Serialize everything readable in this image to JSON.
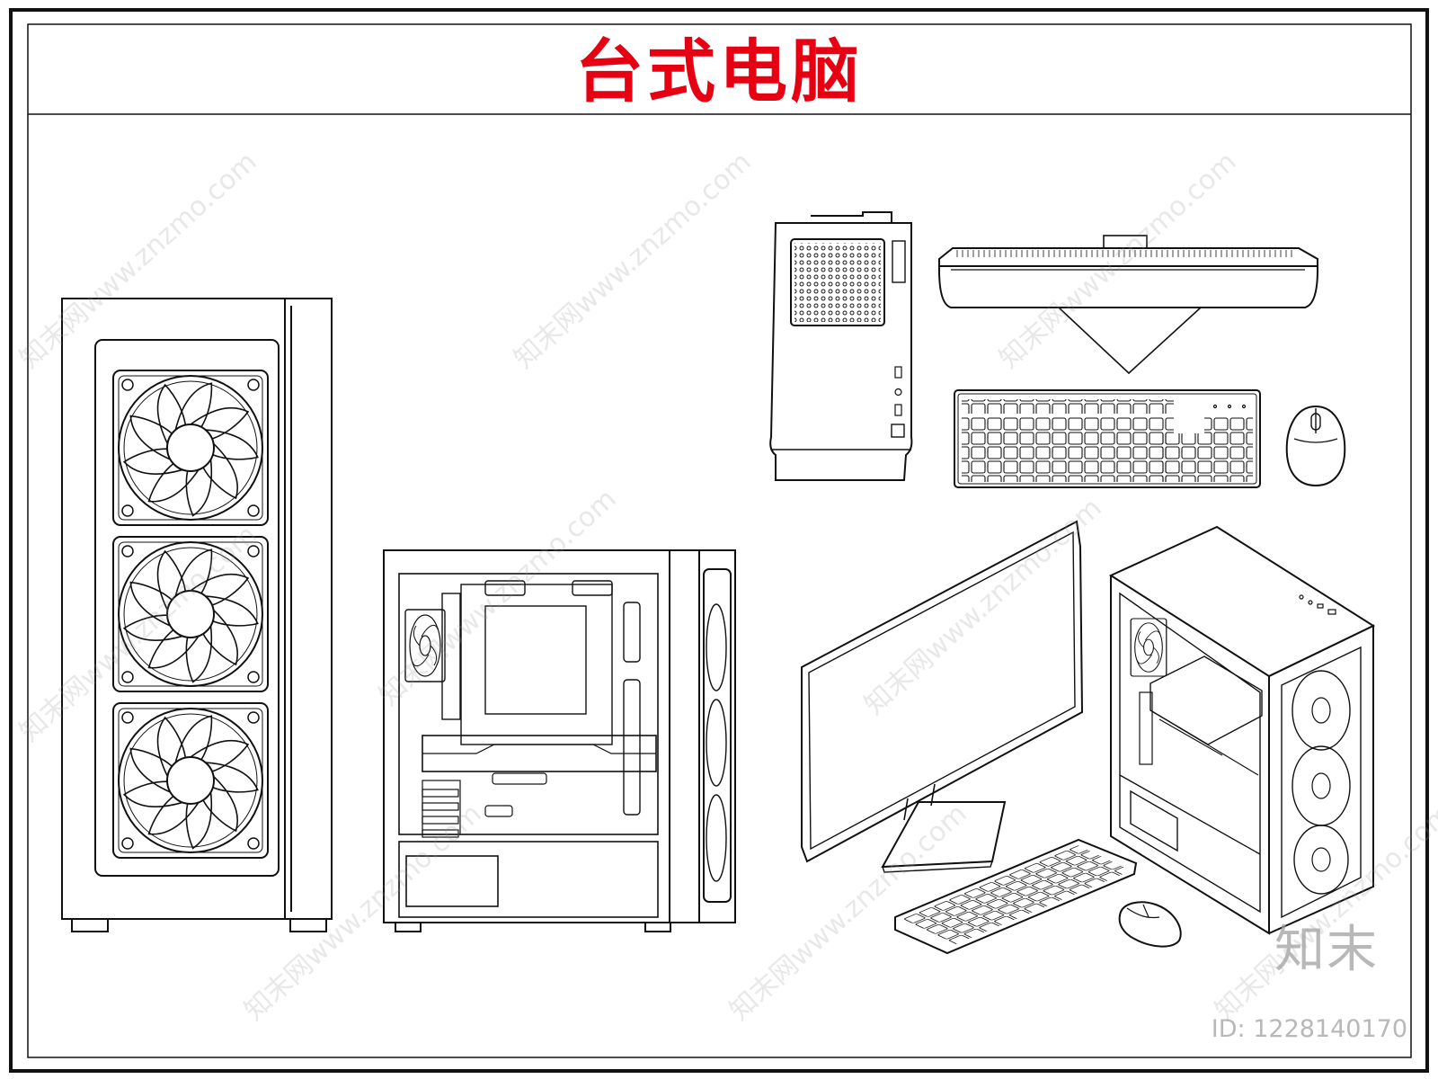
{
  "title": "台式电脑",
  "colors": {
    "title": "#e60012",
    "line": "#111111",
    "watermark": "#9a9a9a"
  },
  "watermark": {
    "text": "知末网www.znzmo.com"
  },
  "brand": {
    "logo_text": "知末",
    "id_text": "ID: 1228140170"
  },
  "drawings": [
    {
      "id": "tower-front",
      "icon": "pc-tower-front-with-three-fans-icon"
    },
    {
      "id": "tower-side",
      "icon": "pc-tower-side-open-panel-icon"
    },
    {
      "id": "mini-tower",
      "icon": "mini-pc-front-mesh-icon"
    },
    {
      "id": "monitor-top",
      "icon": "monitor-top-view-icon"
    },
    {
      "id": "keyboard-plan",
      "icon": "keyboard-plan-icon"
    },
    {
      "id": "mouse-plan",
      "icon": "mouse-plan-icon"
    },
    {
      "id": "monitor-iso",
      "icon": "monitor-isometric-icon"
    },
    {
      "id": "keyboard-iso",
      "icon": "keyboard-isometric-icon"
    },
    {
      "id": "mouse-iso",
      "icon": "mouse-isometric-icon"
    },
    {
      "id": "tower-iso",
      "icon": "pc-tower-isometric-icon"
    }
  ]
}
